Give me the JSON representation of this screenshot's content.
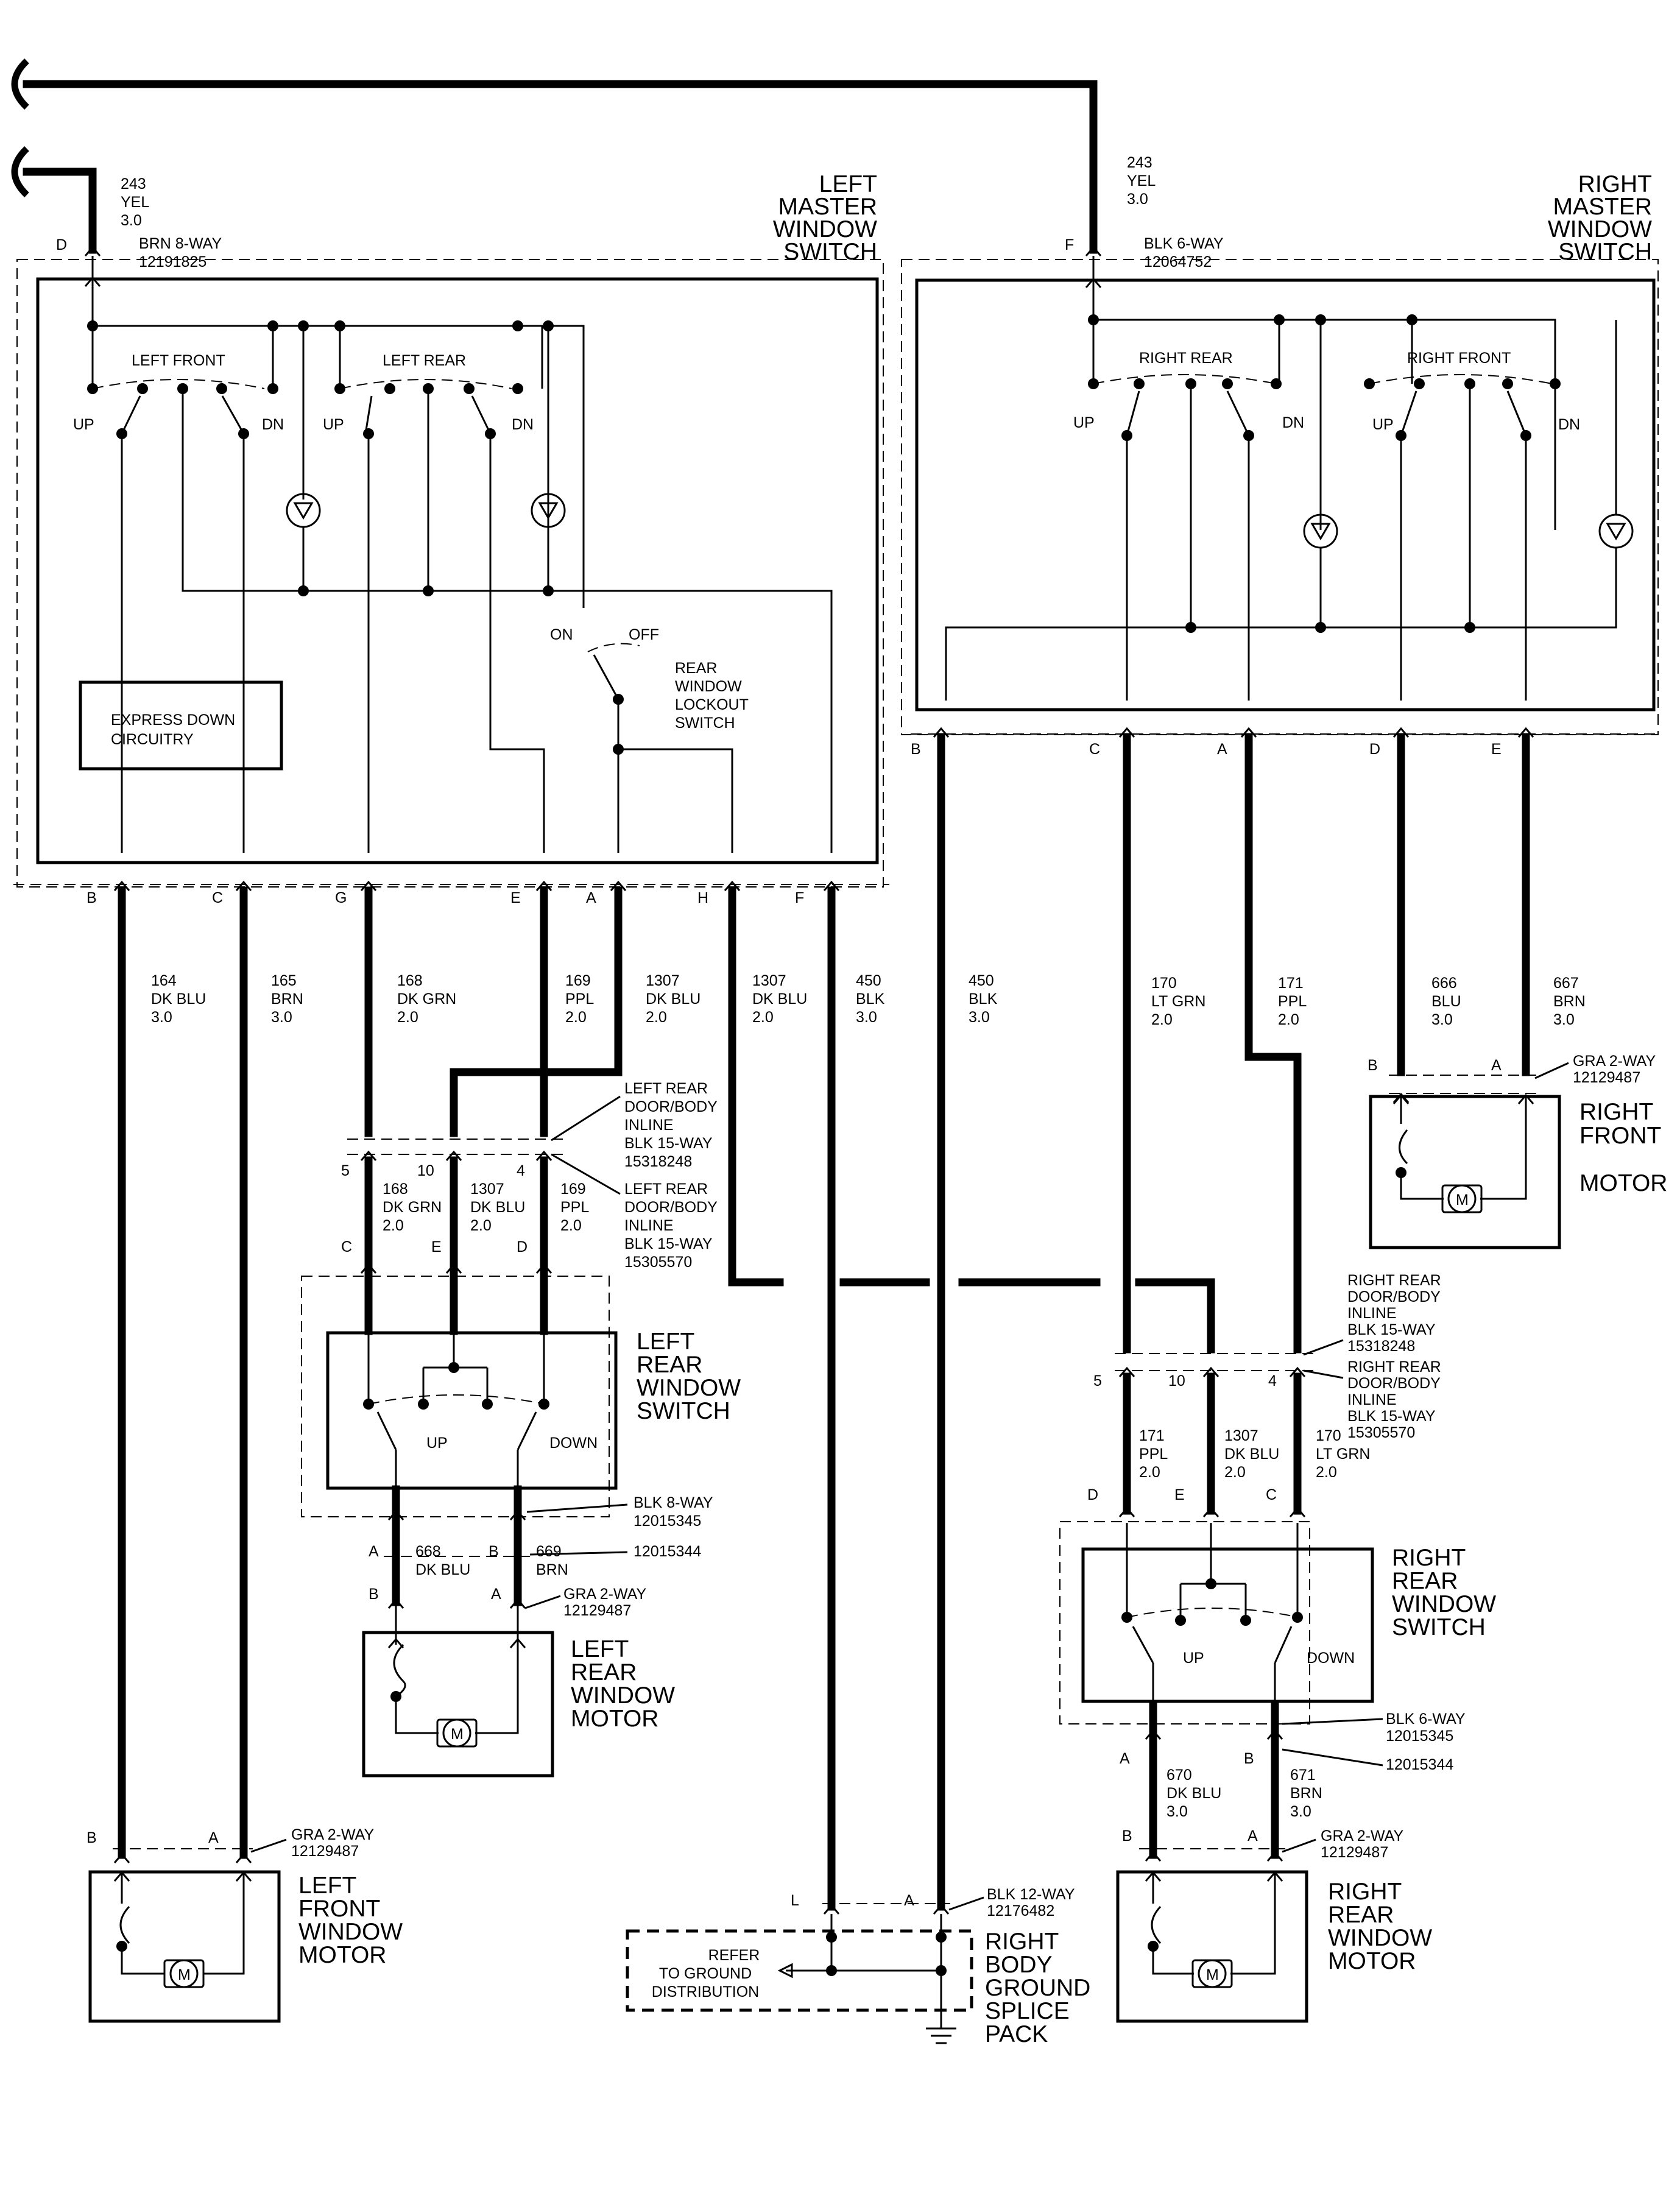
{
  "lmws": {
    "label": [
      "LEFT",
      "MASTER",
      "WINDOW",
      "SWITCH"
    ],
    "feed": [
      "243",
      "YEL",
      "3.0"
    ],
    "conn": [
      "BRN 8-WAY",
      "12191825"
    ],
    "pin": "D",
    "lf": "LEFT FRONT",
    "lr": "LEFT REAR",
    "up": "UP",
    "dn": "DN",
    "express": [
      "EXPRESS DOWN",
      "CIRCUITRY"
    ],
    "on": "ON",
    "off": "OFF",
    "lockout": [
      "REAR",
      "WINDOW",
      "LOCKOUT",
      "SWITCH"
    ],
    "pins": [
      "B",
      "C",
      "G",
      "E",
      "A",
      "H",
      "F"
    ]
  },
  "rmws": {
    "label": [
      "RIGHT",
      "MASTER",
      "WINDOW",
      "SWITCH"
    ],
    "feed": [
      "243",
      "YEL",
      "3.0"
    ],
    "conn": [
      "BLK 6-WAY",
      "12064752"
    ],
    "pin": "F",
    "rr": "RIGHT REAR",
    "rf": "RIGHT FRONT",
    "pins": [
      "B",
      "C",
      "A",
      "D",
      "E"
    ]
  },
  "wires": {
    "w164": [
      "164",
      "DK BLU",
      "3.0"
    ],
    "w165": [
      "165",
      "BRN",
      "3.0"
    ],
    "w168": [
      "168",
      "DK GRN",
      "2.0"
    ],
    "w169": [
      "169",
      "PPL",
      "2.0"
    ],
    "w1307a": [
      "1307",
      "DK BLU",
      "2.0"
    ],
    "w1307b": [
      "1307",
      "DK BLU",
      "2.0"
    ],
    "w450l": [
      "450",
      "BLK",
      "3.0"
    ],
    "w450r": [
      "450",
      "BLK",
      "3.0"
    ],
    "w170": [
      "170",
      "LT GRN",
      "2.0"
    ],
    "w171": [
      "171",
      "PPL",
      "2.0"
    ],
    "w666": [
      "666",
      "BLU",
      "3.0"
    ],
    "w667": [
      "667",
      "BRN",
      "3.0"
    ],
    "w168b": [
      "168",
      "DK GRN",
      "2.0"
    ],
    "w1307c": [
      "1307",
      "DK BLU",
      "2.0"
    ],
    "w169b": [
      "169",
      "PPL",
      "2.0"
    ],
    "w668": [
      "668",
      "DK BLU"
    ],
    "w669": [
      "669",
      "BRN"
    ],
    "w171b": [
      "171",
      "PPL",
      "2.0"
    ],
    "w1307d": [
      "1307",
      "DK BLU",
      "2.0"
    ],
    "w170b": [
      "170",
      "LT GRN",
      "2.0"
    ],
    "w670": [
      "670",
      "DK BLU",
      "3.0"
    ],
    "w671": [
      "671",
      "BRN",
      "3.0"
    ]
  },
  "lr_inline_a": [
    "LEFT REAR",
    "DOOR/BODY",
    "INLINE",
    "BLK 15-WAY",
    "15318248"
  ],
  "lr_inline_b": [
    "LEFT REAR",
    "DOOR/BODY",
    "INLINE",
    "BLK 15-WAY",
    "15305570"
  ],
  "lr_inline_pins": [
    "5",
    "10",
    "4",
    "C",
    "E",
    "D"
  ],
  "rr_inline_a": [
    "RIGHT REAR",
    "DOOR/BODY",
    "INLINE",
    "BLK 15-WAY",
    "15318248"
  ],
  "rr_inline_b": [
    "RIGHT REAR",
    "DOOR/BODY",
    "INLINE",
    "BLK 15-WAY",
    "15305570"
  ],
  "rr_inline_pins": [
    "5",
    "10",
    "4",
    "D",
    "E",
    "C"
  ],
  "lrws": {
    "label": [
      "LEFT",
      "REAR",
      "WINDOW",
      "SWITCH"
    ],
    "up": "UP",
    "down": "DOWN",
    "conn": [
      "BLK 8-WAY",
      "12015345"
    ],
    "conn2": "12015344",
    "pins": [
      "A",
      "B",
      "B",
      "A"
    ]
  },
  "rrws": {
    "label": [
      "RIGHT",
      "REAR",
      "WINDOW",
      "SWITCH"
    ],
    "up": "UP",
    "down": "DOWN",
    "conn": [
      "BLK 6-WAY",
      "12015345"
    ],
    "conn2": "12015344",
    "pins": [
      "A",
      "B",
      "B",
      "A"
    ]
  },
  "gra": [
    "GRA 2-WAY",
    "12129487"
  ],
  "m": "M",
  "rfm": {
    "label": [
      "RIGHT",
      "FRONT",
      "MOTOR"
    ],
    "pins": [
      "B",
      "A"
    ]
  },
  "lrm": {
    "label": [
      "LEFT",
      "REAR",
      "WINDOW",
      "MOTOR"
    ]
  },
  "lfm": {
    "label": [
      "LEFT",
      "FRONT",
      "WINDOW",
      "MOTOR"
    ],
    "pins": [
      "B",
      "A"
    ]
  },
  "rrm": {
    "label": [
      "RIGHT",
      "REAR",
      "WINDOW",
      "MOTOR"
    ]
  },
  "ground": {
    "conn": [
      "BLK 12-WAY",
      "12176482"
    ],
    "pins": [
      "L",
      "A"
    ],
    "refer": [
      "REFER",
      "TO GROUND",
      "DISTRIBUTION"
    ],
    "label": [
      "RIGHT",
      "BODY",
      "GROUND",
      "SPLICE",
      "PACK"
    ]
  }
}
